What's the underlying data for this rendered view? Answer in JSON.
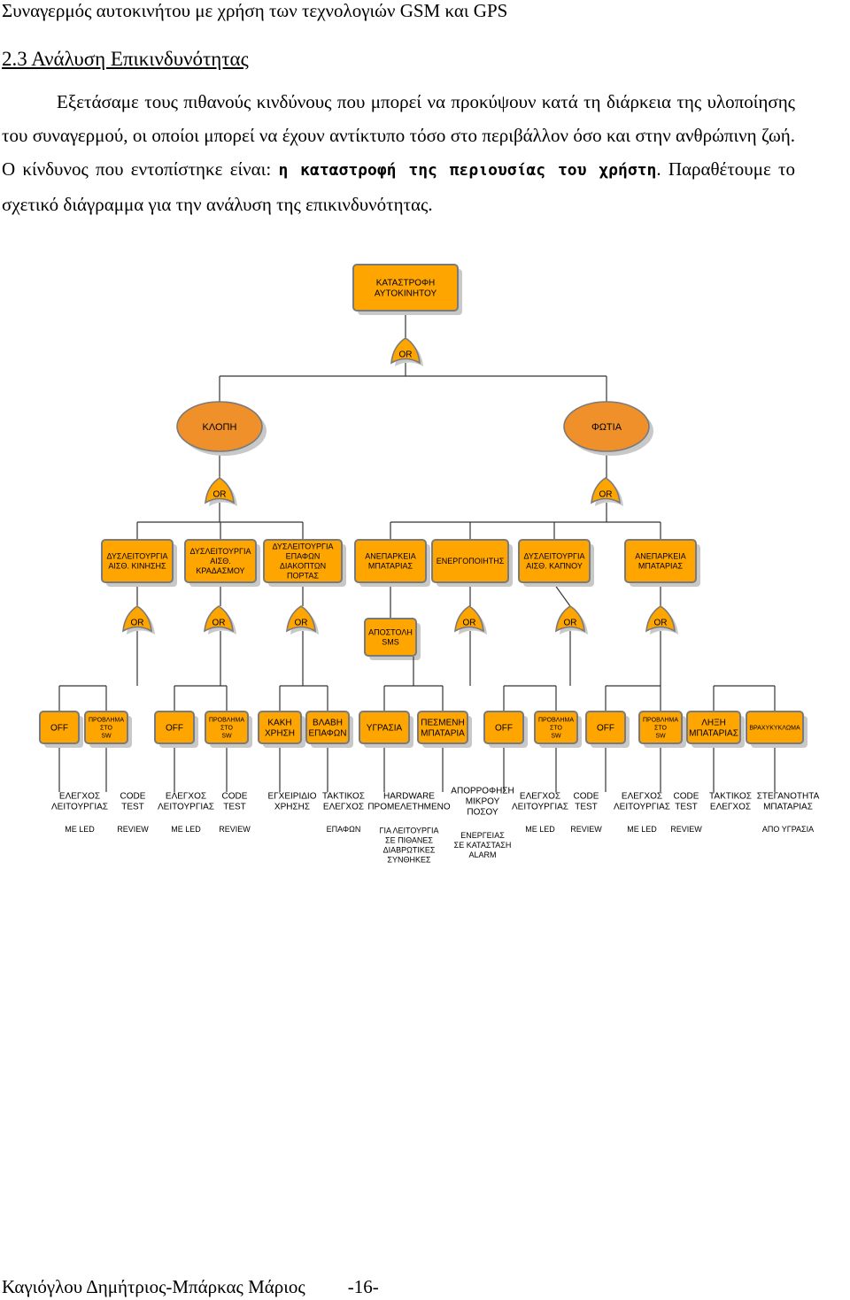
{
  "header": "Συναγερμός αυτοκινήτου με χρήση των τεχνολογιών GSM και GPS",
  "section_title": "2.3 Ανάλυση Επικινδυνότητας",
  "paragraph": {
    "part1": "Εξετάσαμε τους πιθανούς κινδύνους που μπορεί να προκύψουν κατά τη διάρκεια της υλοποίησης του συναγερμού, οι οποίοι μπορεί να έχουν αντίκτυπο τόσο στο περιβάλλον όσο και στην ανθρώπινη ζωή. Ο κίνδυνος που εντοπίστηκε είναι: ",
    "bold": "η καταστροφή της περιουσίας του χρήστη",
    "part2": ". Παραθέτουμε το σχετικό διάγραμμα για την ανάλυση της επικινδυνότητας."
  },
  "footer": {
    "authors": "Καγιόγλου Δημήτριος-Μπάρκας Μάριος",
    "page": "-16-"
  },
  "diagram": {
    "colors": {
      "box_fill": "#ffa500",
      "box_border": "#7a7a7a",
      "shadow": "#c8c8c8",
      "ellipse_fill": "#f0902a",
      "line": "#333333"
    },
    "gate_label": "OR",
    "top_event": [
      "ΚΑΤΑΣΤΡΟΦΗ",
      "ΑΥΤΟΚΙΝΗΤΟΥ"
    ],
    "events": [
      "ΚΛΟΠΗ",
      "ΦΩΤΙΑ"
    ],
    "level2": [
      [
        "ΔΥΣΛΕΙΤΟΥΡΓΙΑ",
        "ΑΙΣΘ. ΚΙΝΗΣΗΣ"
      ],
      [
        "ΔΥΣΛΕΙΤΟΥΡΓΙΑ",
        "ΑΙΣΘ.",
        "ΚΡΑΔΑΣΜΟΥ"
      ],
      [
        "ΔΥΣΛΕΙΤΟΥΡΓΙΑ",
        "ΕΠΑΦΩΝ",
        "ΔΙΑΚΟΠΤΩΝ",
        "ΠΟΡΤΑΣ"
      ],
      [
        "ΑΝΕΠΑΡΚΕΙΑ",
        "ΜΠΑΤΑΡΙΑΣ"
      ],
      [
        "ΕΝΕΡΓΟΠΟΙΗΤΗΣ"
      ],
      [
        "ΔΥΣΛΕΙΤΟΥΡΓΙΑ",
        "ΑΙΣΘ. ΚΑΠΝΟΥ"
      ],
      [
        "ΑΝΕΠΑΡΚΕΙΑ",
        "ΜΠΑΤΑΡΙΑΣ"
      ]
    ],
    "sms_box": [
      "ΑΠΟΣΤΟΛΗ",
      "SMS"
    ],
    "level3": [
      [
        "OFF"
      ],
      [
        "ΠΡΟΒΛΗΜΑ",
        "ΣΤΟ",
        "SW"
      ],
      [
        "OFF"
      ],
      [
        "ΠΡΟΒΛΗΜΑ",
        "ΣΤΟ",
        "SW"
      ],
      [
        "ΚΑΚΗ",
        "ΧΡΗΣΗ"
      ],
      [
        "ΒΛΑΒΗ",
        "ΕΠΑΦΩΝ"
      ],
      [
        "ΥΓΡΑΣΙΑ"
      ],
      [
        "ΠΕΣΜΕΝΗ",
        "ΜΠΑΤΑΡΙΑ"
      ],
      [
        "OFF"
      ],
      [
        "ΠΡΟΒΛΗΜΑ",
        "ΣΤΟ",
        "SW"
      ],
      [
        "OFF"
      ],
      [
        "ΠΡΟΒΛΗΜΑ",
        "ΣΤΟ",
        "SW"
      ],
      [
        "ΛΗΞΗ",
        "ΜΠΑΤΑΡΙΑΣ"
      ],
      [
        "ΒΡΑΧΥΚΥΚΛΩΜΑ"
      ]
    ],
    "measures": [
      {
        "lines": [
          "ΕΛΕΓΧΟΣ",
          "ΛΕΙΤΟΥΡΓΙΑΣ"
        ],
        "extra": "ΜΕ LED"
      },
      {
        "lines": [
          "CODE",
          "TEST"
        ],
        "extra": "REVIEW"
      },
      {
        "lines": [
          "ΕΛΕΓΧΟΣ",
          "ΛΕΙΤΟΥΡΓΙΑΣ"
        ],
        "extra": "ΜΕ LED"
      },
      {
        "lines": [
          "CODE",
          "TEST"
        ],
        "extra": "REVIEW"
      },
      {
        "lines": [
          "ΕΓΧΕΙΡΙΔΙΟ",
          "ΧΡΗΣΗΣ"
        ],
        "extra": ""
      },
      {
        "lines": [
          "ΤΑΚΤΙΚΟΣ",
          "ΕΛΕΓΧΟΣ"
        ],
        "extra": "ΕΠΑΦΩΝ"
      },
      {
        "lines": [
          "HARDWARE",
          "ΠΡΟΜΕΛΕΤΗΜΕΝΟ"
        ],
        "extra": [
          "ΓΙΑ ΛΕΙΤΟΥΡΓΙΑ",
          "ΣΕ ΠΙΘΑΝΕΣ",
          "ΔΙΑΒΡΩΤΙΚΕΣ",
          "ΣΥΝΘΗΚΕΣ"
        ]
      },
      {
        "lines": [
          "ΑΠΟΡΡΟΦΗΣΗ",
          "ΜΙΚΡΟΥ",
          "ΠΟΣΟΥ"
        ],
        "extra": [
          "ΕΝΕΡΓΕΙΑΣ",
          "ΣΕ ΚΑΤΑΣΤΑΣΗ",
          "ALARM"
        ]
      },
      {
        "lines": [
          "ΕΛΕΓΧΟΣ",
          "ΛΕΙΤΟΥΡΓΙΑΣ"
        ],
        "extra": "ΜΕ LED"
      },
      {
        "lines": [
          "CODE",
          "TEST"
        ],
        "extra": "REVIEW"
      },
      {
        "lines": [
          "ΕΛΕΓΧΟΣ",
          "ΛΕΙΤΟΥΡΓΙΑΣ"
        ],
        "extra": "ΜΕ LED"
      },
      {
        "lines": [
          "CODE",
          "TEST"
        ],
        "extra": "REVIEW"
      },
      {
        "lines": [
          "ΤΑΚΤΙΚΟΣ",
          "ΕΛΕΓΧΟΣ"
        ],
        "extra": ""
      },
      {
        "lines": [
          "ΣΤΕΓΑΝΟΤΗΤΑ",
          "ΜΠΑΤΑΡΙΑΣ"
        ],
        "extra": "ΑΠΟ ΥΓΡΑΣΙΑ"
      }
    ]
  }
}
